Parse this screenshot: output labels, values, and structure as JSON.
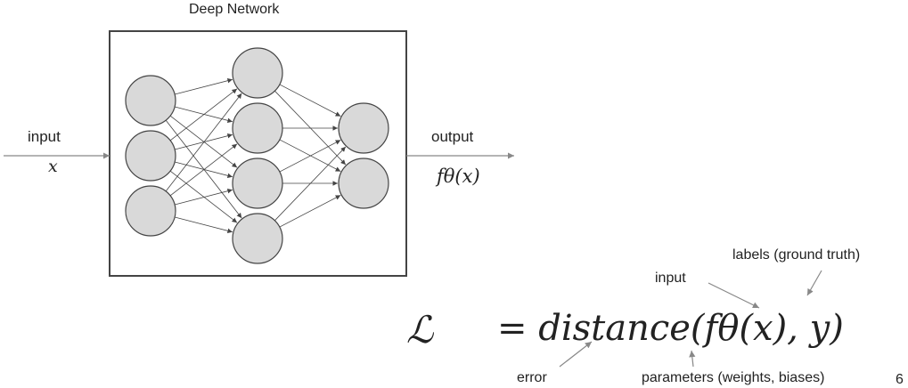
{
  "diagram": {
    "title": "Deep Network",
    "input_label": "input",
    "input_var": "x",
    "output_label": "output",
    "output_var": "fθ(x)",
    "layers": [
      3,
      4,
      2
    ]
  },
  "loss": {
    "symbol": "ℒ",
    "equation": "= distance(fθ(x), y)",
    "annotations": {
      "labels": "labels (ground truth)",
      "input": "input",
      "error": "error",
      "parameters": "parameters (weights, biases)"
    }
  },
  "slide_number": "6"
}
